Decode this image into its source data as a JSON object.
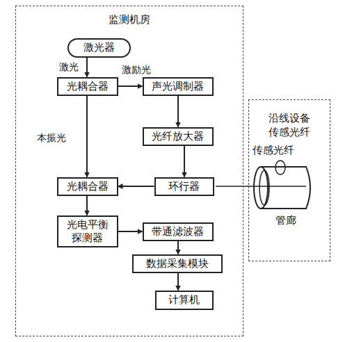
{
  "diagram": {
    "nodes": [
      {
        "text": [
          "监测机房"
        ]
      },
      {
        "text": [
          "激光器"
        ],
        "in": 0
      },
      {
        "text": [
          "光耦合器"
        ],
        "in": 0
      },
      {
        "text": [
          "声光调制器"
        ],
        "in": 0
      },
      {
        "text": [
          "光纤放大器"
        ],
        "in": 0
      },
      {
        "text": [
          "光耦合器"
        ],
        "in": 0
      },
      {
        "text": [
          "环行器"
        ],
        "in": 0
      },
      {
        "text": [
          "光电平衡 探测器"
        ],
        "in": 0
      },
      {
        "text": [
          "带通滤波器"
        ],
        "in": 0
      },
      {
        "text": [
          "数据采集模块"
        ],
        "in": 0
      },
      {
        "text": [
          "计算机"
        ],
        "in": 0
      },
      {
        "text": [
          "沿线设备 传感光纤"
        ]
      }
    ],
    "edges": [
      {
        "from": 1,
        "to": 2,
        "arrow": "to",
        "label": "激光"
      },
      {
        "from": 2,
        "to": 3,
        "arrow": "to",
        "label": "激励光"
      },
      {
        "from": 3,
        "to": 4,
        "arrow": "to"
      },
      {
        "from": 4,
        "to": 6,
        "arrow": "to"
      },
      {
        "from": 6,
        "to": 5,
        "arrow": "to"
      },
      {
        "from": 2,
        "to": 5,
        "arrow": "to",
        "label": "本振光"
      },
      {
        "from": 5,
        "to": 7,
        "arrow": "to"
      },
      {
        "from": 7,
        "to": 8,
        "arrow": "to"
      },
      {
        "from": 8,
        "to": 9,
        "arrow": "to"
      },
      {
        "from": 9,
        "to": 10,
        "arrow": "to"
      }
    ],
    "labels": [
      "传感光纤",
      "管廊"
    ]
  }
}
